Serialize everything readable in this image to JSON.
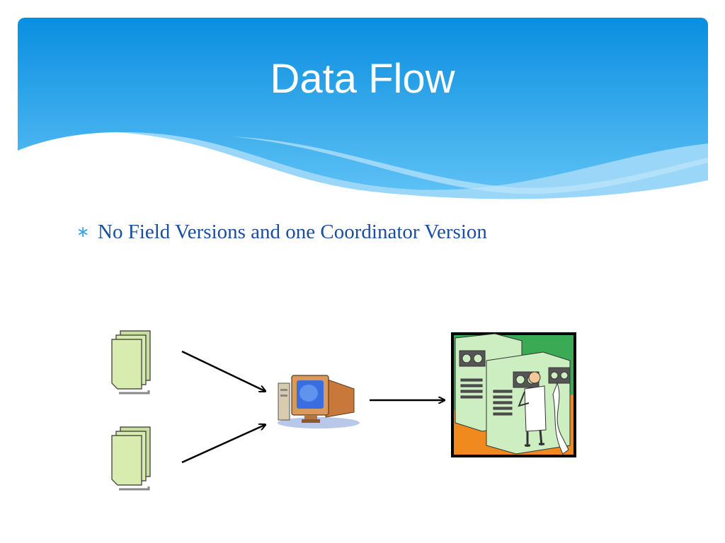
{
  "slide": {
    "title": "Data Flow",
    "bullet_symbol": "∗",
    "bullets": [
      {
        "text": "No Field Versions and one Coordinator Version"
      }
    ]
  },
  "diagram": {
    "nodes": [
      {
        "id": "field-file-top",
        "icon": "document-stack-icon"
      },
      {
        "id": "field-file-bottom",
        "icon": "document-stack-icon"
      },
      {
        "id": "coordinator-pc",
        "icon": "desktop-computer-icon"
      },
      {
        "id": "data-center",
        "icon": "mainframe-technician-icon"
      }
    ],
    "edges": [
      {
        "from": "field-file-top",
        "to": "coordinator-pc"
      },
      {
        "from": "field-file-bottom",
        "to": "coordinator-pc"
      },
      {
        "from": "coordinator-pc",
        "to": "data-center"
      }
    ]
  },
  "colors": {
    "header_blue": "#0e8fe0",
    "header_light": "#4fb9f2",
    "bullet": "#3aa6e8",
    "text": "#1a4fa0",
    "document_fill": "#d9ecb0",
    "mainframe_fill": "#cdeec0",
    "floor": "#f08a1e",
    "wall": "#3aaa55"
  }
}
